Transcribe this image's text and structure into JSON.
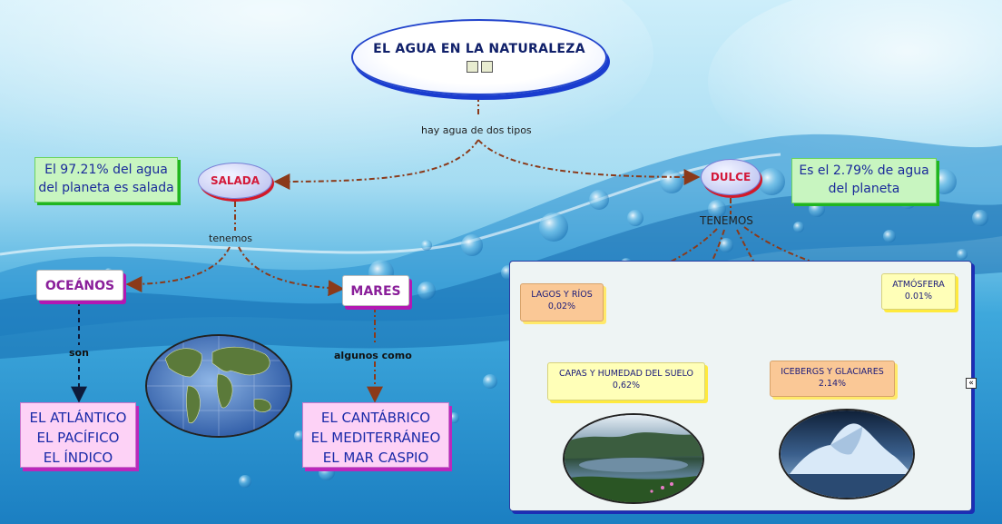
{
  "title": "EL AGUA EN LA NATURALEZA",
  "title_icons": [
    "document-icon",
    "film-icon"
  ],
  "links": {
    "two_types": "hay agua de dos tipos",
    "tenemos_lower": "tenemos",
    "tenemos_upper": "TENEMOS",
    "son": "son",
    "algunos": "algunos como"
  },
  "salada": {
    "label": "SALADA",
    "note": [
      "El 97.21% del agua",
      "del planeta es salada"
    ]
  },
  "dulce": {
    "label": "DULCE",
    "note": [
      "Es el 2.79% de agua",
      "del planeta"
    ]
  },
  "oceanos": {
    "label": "OCEÁNOS",
    "list": [
      "EL ATLÁNTICO",
      "EL PACÍFICO",
      "EL ÍNDICO"
    ]
  },
  "mares": {
    "label": "MARES",
    "list": [
      "EL CANTÁBRICO",
      "EL MEDITERRÁNEO",
      "EL MAR CASPIO"
    ]
  },
  "fresh_water": [
    {
      "name": "LAGOS Y RÍOS",
      "value": "0,02%"
    },
    {
      "name": "CAPAS Y HUMEDAD DEL SUELO",
      "value": "0,62%"
    },
    {
      "name": "ICEBERGS Y GLACIARES",
      "value": "2.14%"
    },
    {
      "name": "ATMÓSFERA",
      "value": "0.01%"
    }
  ],
  "collapse_glyph": "«",
  "colors": {
    "link": "#8b3a1a",
    "sky_top": "#bfe6f7",
    "water_mid": "#2e9fd6"
  }
}
